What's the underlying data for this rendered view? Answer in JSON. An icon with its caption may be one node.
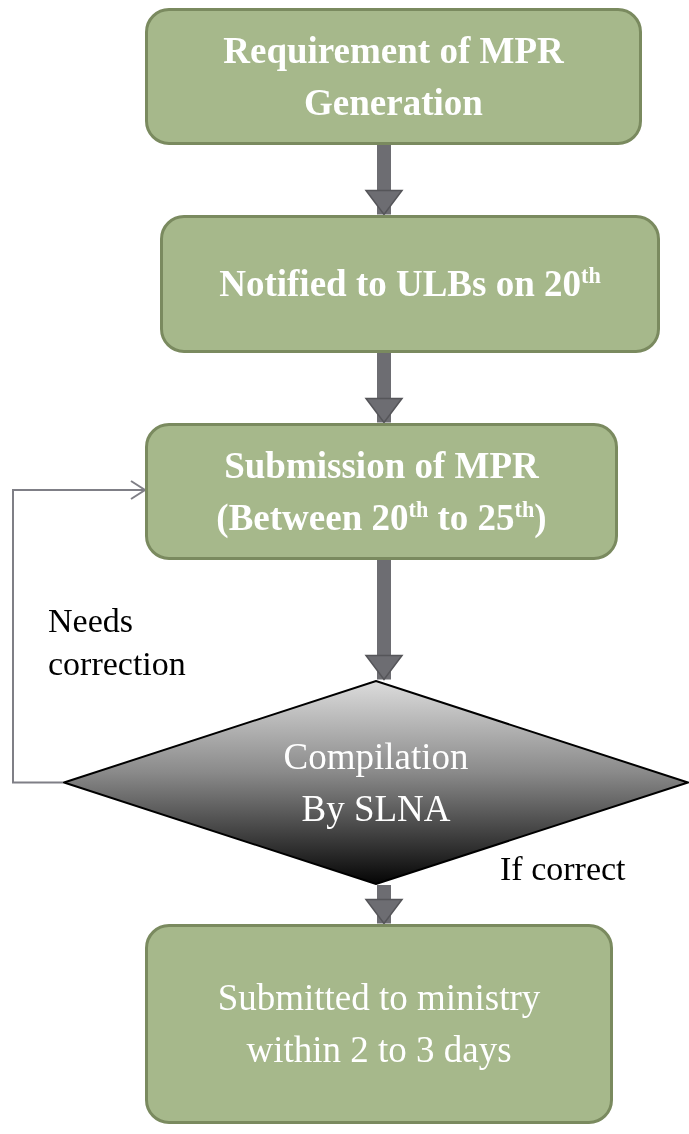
{
  "diagram": {
    "nodes": [
      {
        "text": [
          "Requirement of MPR Generation"
        ]
      },
      {
        "text": [
          "Notified to ULBs on 20$^{th}$"
        ]
      },
      {
        "text": [
          "Submission of MPR (Between 20$^{th}$ to 25$^{th}$)"
        ]
      },
      {
        "text": [
          "Compilation By SLNA"
        ]
      },
      {
        "text": [
          "Submitted to ministry within 2 to 3 days"
        ]
      }
    ],
    "edges": [
      {
        "from": 0,
        "to": 1,
        "arrow": "to"
      },
      {
        "from": 1,
        "to": 2,
        "arrow": "to"
      },
      {
        "from": 2,
        "to": 3,
        "arrow": "to"
      },
      {
        "from": 3,
        "to": 4,
        "arrow": "to",
        "label": "If correct"
      },
      {
        "from": 3,
        "to": 2,
        "arrow": "to",
        "label": "Needs correction",
        "color": "#7f7f86"
      }
    ]
  }
}
